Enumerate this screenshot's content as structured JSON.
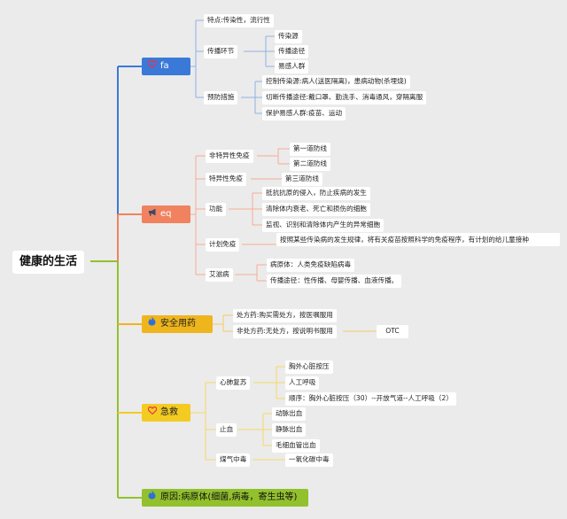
{
  "root": {
    "label": "健康的生活"
  },
  "branches": {
    "fa": {
      "label": "fa",
      "icon": "heart-icon",
      "features": "特点:传染性，流行性",
      "links": {
        "label": "传播环节",
        "items": [
          "传染源",
          "传播途径",
          "易感人群"
        ]
      },
      "prevention": {
        "label": "预防措施",
        "items": [
          "控制传染源:病人(送医隔离)，患病动物(杀埋烧)",
          "切断传播途径:戴口罩、勤洗手、消毒通风，穿隔离服",
          "保护易感人群:疫苗、运动"
        ]
      }
    },
    "eq": {
      "label": "eq",
      "icon": "megaphone-icon",
      "nonspecific": {
        "label": "非特异性免疫",
        "items": [
          "第一道防线",
          "第二道防线"
        ]
      },
      "specific": {
        "label": "特异性免疫",
        "items": [
          "第三道防线"
        ]
      },
      "function": {
        "label": "功能",
        "items": [
          "抵抗抗原的侵入，防止疾病的发生",
          "清除体内衰老、死亡和损伤的细胞",
          "监视、识别和清除体内产生的异常细胞"
        ]
      },
      "planned": {
        "label": "计划免疫",
        "desc": "按照某些传染病的发生规律，将有关疫苗按照科学的免疫程序，有计划的给儿童接种"
      },
      "aids": {
        "label": "艾滋病",
        "items": [
          "病原体：人类免疫缺陷病毒",
          "传播途径：性传播、母婴传播、血液传播。"
        ]
      }
    },
    "drug": {
      "label": "安全用药",
      "icon": "flame-icon",
      "rx": "处方药:购买需处方，按医嘱服用",
      "otc": {
        "label": "非处方药:无处方，按说明书服用",
        "tag": "OTC"
      }
    },
    "aid": {
      "label": "急救",
      "icon": "heart-icon",
      "cpr": {
        "label": "心肺复苏",
        "items": [
          "胸外心脏按压",
          "人工呼吸",
          "顺序：胸外心脏按压（30）--开放气道--人工呼吸（2）"
        ]
      },
      "bleeding": {
        "label": "止血",
        "items": [
          "动脉出血",
          "静脉出血",
          "毛细血管出血"
        ]
      },
      "gas": {
        "label": "煤气中毒",
        "items": [
          "一氧化碳中毒"
        ]
      }
    },
    "cause": {
      "label": "原因:病原体(细菌,病毒，寄生虫等)",
      "icon": "flame-icon"
    }
  },
  "colors": {
    "fa": "#3b79d8",
    "eq": "#f08260",
    "drug": "#efb51c",
    "aid": "#f4cb22",
    "cause": "#92c12d",
    "background": "#ebebeb"
  }
}
